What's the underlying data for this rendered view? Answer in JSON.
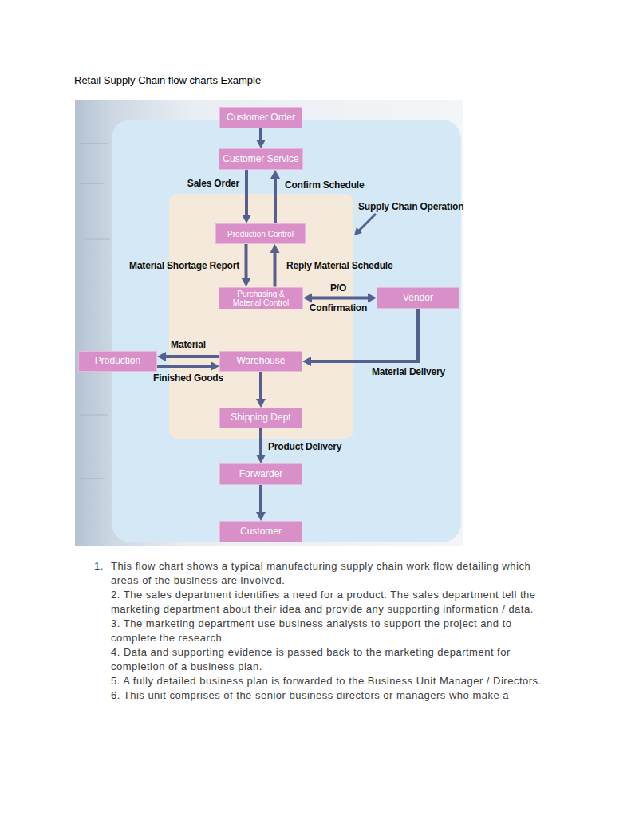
{
  "diagram": {
    "title": "Retail Supply Chain flow charts Example",
    "nodes": [
      {
        "text": [
          "Customer Order"
        ]
      },
      {
        "text": [
          "Customer Service"
        ]
      },
      {
        "text": [
          "Supply Chain Operation"
        ]
      },
      {
        "text": [
          "Production Control"
        ],
        "in": 2
      },
      {
        "text": [
          "Purchasing & Material Control"
        ],
        "in": 2
      },
      {
        "text": [
          "Vendor"
        ]
      },
      {
        "text": [
          "Production"
        ]
      },
      {
        "text": [
          "Warehouse"
        ],
        "in": 2
      },
      {
        "text": [
          "Shipping Dept"
        ],
        "in": 2
      },
      {
        "text": [
          "Forwarder"
        ]
      },
      {
        "text": [
          "Customer"
        ]
      }
    ],
    "edges": [
      {
        "from": 0,
        "to": 1,
        "arrow": "to"
      },
      {
        "from": 1,
        "to": 3,
        "label": "Sales Order",
        "arrow": "to"
      },
      {
        "from": 3,
        "to": 1,
        "label": "Confirm Schedule",
        "arrow": "to"
      },
      {
        "from": 3,
        "to": 4,
        "label": "Material Shortage Report",
        "arrow": "to"
      },
      {
        "from": 4,
        "to": 3,
        "label": "Reply Material Schedule",
        "arrow": "to"
      },
      {
        "from": 4,
        "to": 5,
        "label": "P/O",
        "arrow": "both"
      },
      {
        "from": 7,
        "to": 6,
        "label": "Material",
        "arrow": "to"
      },
      {
        "from": 6,
        "to": 7,
        "label": "Finished Goods",
        "arrow": "to"
      },
      {
        "from": 5,
        "to": 7,
        "label": "Material Delivery",
        "arrow": "to"
      },
      {
        "from": 7,
        "to": 8,
        "arrow": "to"
      },
      {
        "from": 8,
        "to": 9,
        "label": "Product Delivery",
        "arrow": "to"
      },
      {
        "from": 9,
        "to": 10,
        "arrow": "to"
      }
    ],
    "labels": [
      "Confirmation",
      "1.",
      "This flow chart shows a typical manufacturing supply chain work flow detailing which areas of the business are involved.",
      "2. The sales department identifies a need for a product. The sales department tell the marketing department about their idea and provide any supporting information / data.",
      "3. The marketing department use business analysts to support the project and to complete the research.",
      "4. Data and supporting evidence is passed back to the marketing department for completion of a business plan.",
      "5. A fully detailed business plan is forwarded to the Business Unit Manager / Directors.",
      "6. This unit comprises of the senior business directors or managers who make a"
    ]
  }
}
